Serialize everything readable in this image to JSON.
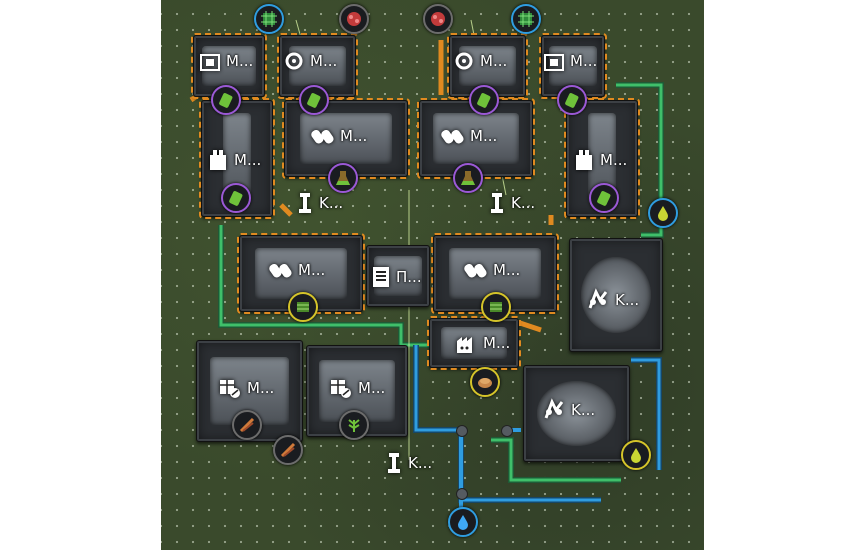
{
  "map": {
    "theme": {
      "ground": "#3a4a2c",
      "accent": "#e08a20",
      "belt_blue": "#2f9de0",
      "belt_green": "#3fbf6a"
    },
    "labels": {
      "assembler_nw": "M...",
      "assembler_n1": "M...",
      "assembler_n2": "M...",
      "assembler_ne": "M...",
      "chem_plant_1": "M...",
      "chem_plant_2": "M...",
      "assembler_w": "M...",
      "assembler_e": "M...",
      "inserter_1": "K...",
      "inserter_2": "K...",
      "chem_plant_3": "M...",
      "chem_plant_4": "M...",
      "splitter": "П...",
      "refinery_1": "K...",
      "furnace": "M...",
      "greenhouse_1": "M...",
      "greenhouse_2": "M...",
      "refinery_2": "K...",
      "inserter_3": "K..."
    },
    "badge_icons": {
      "top": [
        "green-circuit-icon",
        "red-ore-icon",
        "red-ore-icon",
        "green-circuit-icon"
      ],
      "purple": [
        "battery-icon",
        "battery-icon",
        "battery-icon",
        "battery-icon",
        "flask-icon",
        "flask-icon",
        "battery-icon",
        "battery-icon"
      ],
      "yellow": [
        "green-chip-icon",
        "green-chip-icon"
      ],
      "fluids": [
        "oil-drop-icon",
        "oil-drop-icon",
        "water-drop-icon"
      ],
      "misc": [
        "bread-icon",
        "leaf-icon",
        "leaf-icon",
        "leaf-icon"
      ]
    }
  }
}
